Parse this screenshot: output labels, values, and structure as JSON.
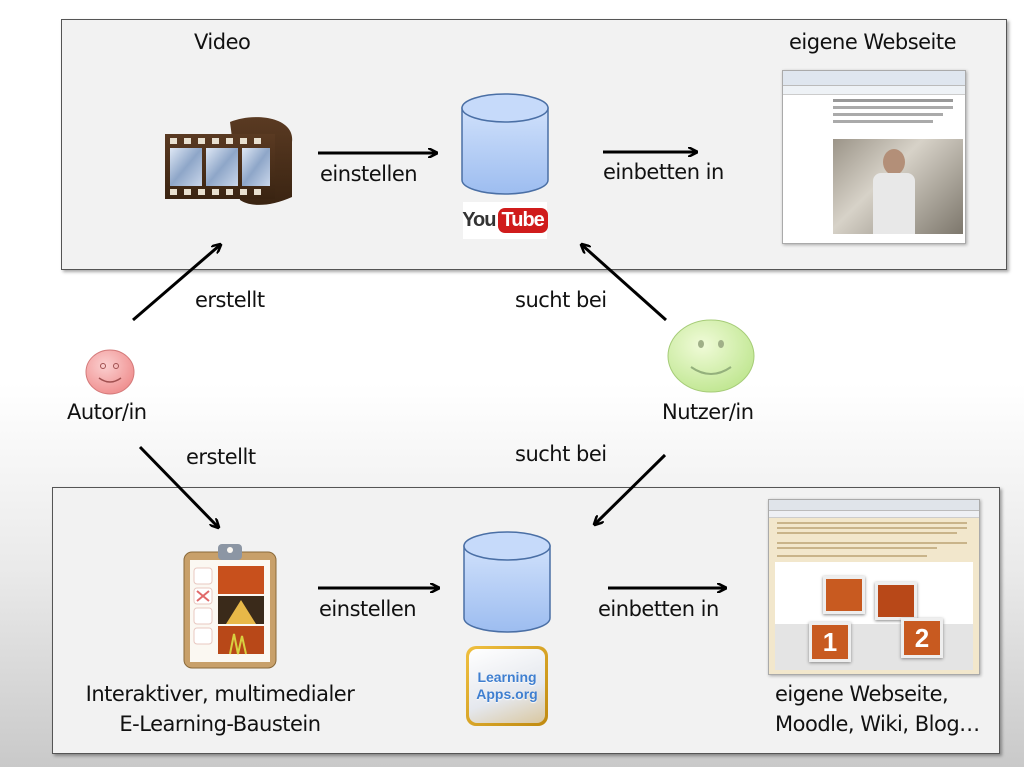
{
  "top_panel": {
    "title_left": "Video",
    "title_right": "eigene Webseite",
    "arrow_label_1": "einstellen",
    "arrow_label_2": "einbetten in",
    "platform_logo": {
      "you": "You",
      "tube": "Tube"
    },
    "icons": [
      "film-reel-icon",
      "database-icon",
      "youtube-logo",
      "webpage-screenshot"
    ]
  },
  "middle": {
    "author_label": "Autor/in",
    "user_label": "Nutzer/in",
    "author_creates_top": "erstellt",
    "author_creates_bottom": "erstellt",
    "user_searches_top": "sucht bei",
    "user_searches_bottom": "sucht bei",
    "author_color": "#f4a0a0",
    "user_color": "#c8eaa0"
  },
  "bottom_panel": {
    "left_caption_line1": "Interaktiver, multimedialer",
    "left_caption_line2": "E-Learning-Baustein",
    "right_caption_line1": "eigene Webseite,",
    "right_caption_line2": "Moodle, Wiki, Blog…",
    "arrow_label_1": "einstellen",
    "arrow_label_2": "einbetten in",
    "platform_logo": {
      "line1": "Learning",
      "line2": "Apps.org"
    },
    "embedded_numbers": [
      "1",
      "2"
    ],
    "icons": [
      "clipboard-icon",
      "database-icon",
      "learningapps-logo",
      "webpage-screenshot"
    ]
  }
}
